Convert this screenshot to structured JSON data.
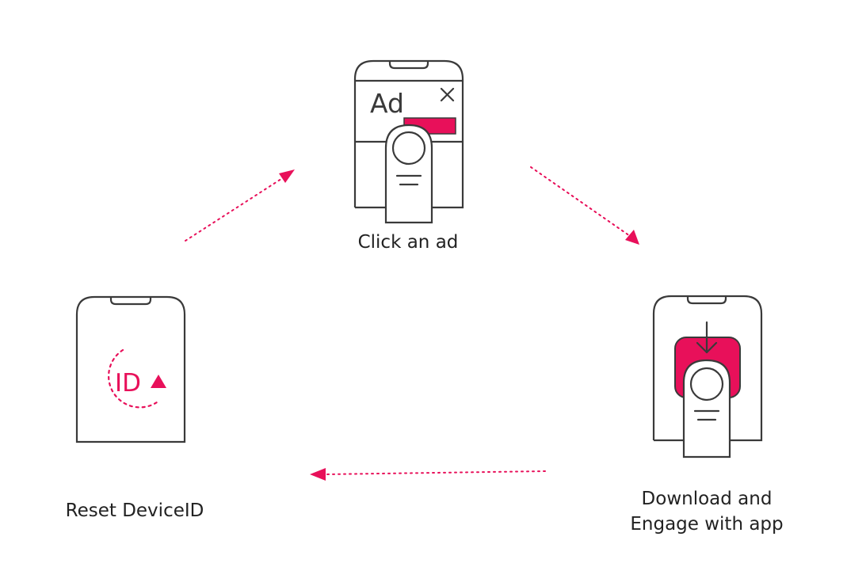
{
  "colors": {
    "accent": "#e8105a",
    "outline": "#3a3a3a",
    "text": "#222222",
    "background": "#ffffff"
  },
  "steps": [
    {
      "id": "click-ad",
      "caption": "Click an ad",
      "screen_text": "Ad",
      "icons": [
        "phone-icon",
        "close-icon",
        "finger-tap-icon"
      ]
    },
    {
      "id": "download",
      "caption_line1": "Download and",
      "caption_line2": "Engage with app",
      "icons": [
        "phone-icon",
        "app-icon",
        "download-arrow-icon",
        "finger-tap-icon"
      ]
    },
    {
      "id": "reset",
      "caption": "Reset DeviceID",
      "screen_text": "ID",
      "icons": [
        "phone-icon",
        "refresh-circle-icon"
      ]
    }
  ],
  "flow": [
    {
      "from": "reset",
      "to": "click-ad"
    },
    {
      "from": "click-ad",
      "to": "download"
    },
    {
      "from": "download",
      "to": "reset"
    }
  ]
}
